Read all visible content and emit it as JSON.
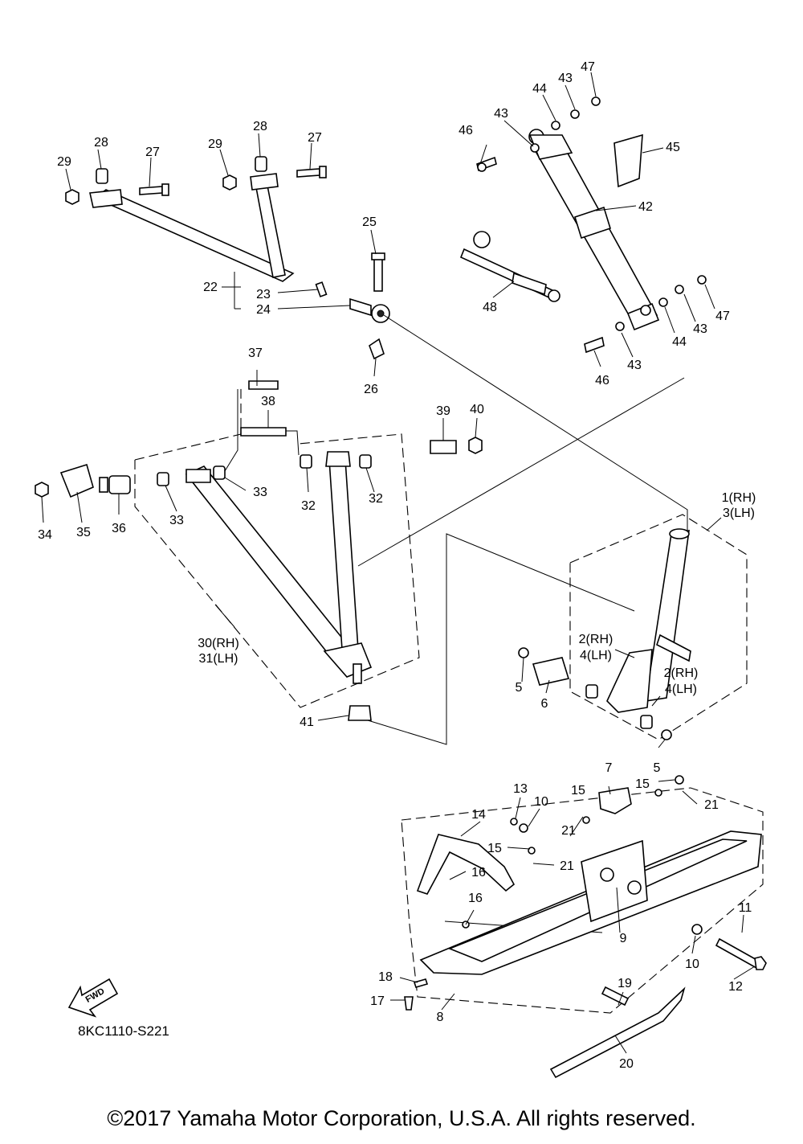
{
  "diagram_code": "8KC1110-S221",
  "fwd_label": "FWD",
  "copyright": "©2017 Yamaha Motor Corporation, U.S.A. All rights reserved.",
  "callouts": {
    "c1": "1(RH)",
    "c3": "3(LH)",
    "c2a": "2(RH)",
    "c4a": "4(LH)",
    "c2b": "2(RH)",
    "c4b": "4(LH)",
    "c5a": "5",
    "c5b": "5",
    "c6": "6",
    "c7": "7",
    "c8": "8",
    "c9": "9",
    "c10a": "10",
    "c10b": "10",
    "c11": "11",
    "c12": "12",
    "c13": "13",
    "c14": "14",
    "c15a": "15",
    "c15b": "15",
    "c15c": "15",
    "c16a": "16",
    "c16b": "16",
    "c17": "17",
    "c18": "18",
    "c19": "19",
    "c20": "20",
    "c21a": "21",
    "c21b": "21",
    "c21c": "21",
    "c22": "22",
    "c23": "23",
    "c24": "24",
    "c25": "25",
    "c26": "26",
    "c27a": "27",
    "c27b": "27",
    "c28a": "28",
    "c28b": "28",
    "c29a": "29",
    "c29b": "29",
    "c30": "30(RH)",
    "c31": "31(LH)",
    "c32a": "32",
    "c32b": "32",
    "c33a": "33",
    "c33b": "33",
    "c34": "34",
    "c35": "35",
    "c36": "36",
    "c37": "37",
    "c38": "38",
    "c39": "39",
    "c40": "40",
    "c41": "41",
    "c42": "42",
    "c43a": "43",
    "c43b": "43",
    "c43c": "43",
    "c43d": "43",
    "c44a": "44",
    "c44b": "44",
    "c45": "45",
    "c46a": "46",
    "c46b": "46",
    "c47a": "47",
    "c47b": "47",
    "c48": "48"
  }
}
